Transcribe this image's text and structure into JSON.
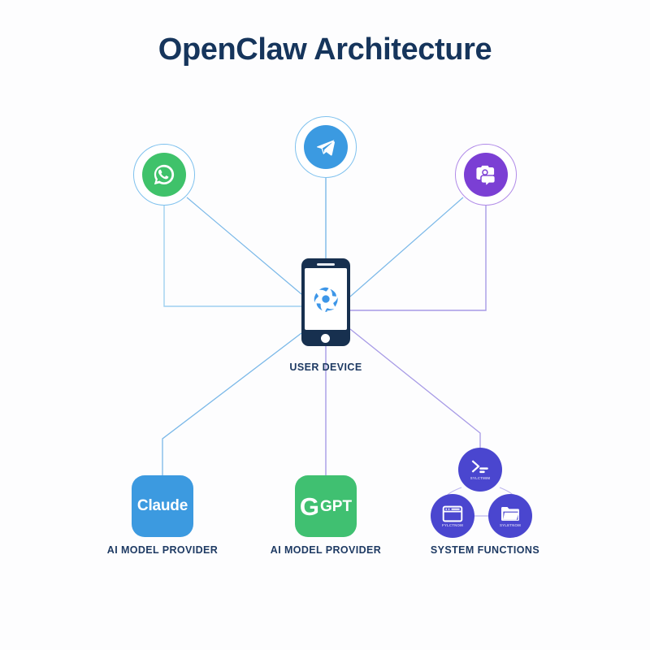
{
  "diagram": {
    "title": "OpenClaw Architecture",
    "background_color": "#fdfdfe",
    "title_color": "#16355c"
  },
  "channels": [
    {
      "id": "whatsapp",
      "icon": "whatsapp-icon",
      "disc_color": "#3fc26a",
      "ring_color": "#7ec1ee"
    },
    {
      "id": "telegram",
      "icon": "telegram-icon",
      "disc_color": "#3b9ae1",
      "ring_color": "#7ec1ee"
    },
    {
      "id": "camera-chat",
      "icon": "camera-chat-icon",
      "disc_color": "#7b3fd4",
      "ring_color": "#b08ae8"
    }
  ],
  "user_device": {
    "caption": "USER DEVICE",
    "body_color": "#17304f",
    "logo_color": "#3d96e8",
    "logo_icon": "openclaw-swirl-icon"
  },
  "providers": [
    {
      "id": "claude",
      "brand": "Claude",
      "caption": "AI MODEL PROVIDER",
      "color": "#3c9ae0"
    },
    {
      "id": "gpt",
      "brand_mark": "G",
      "brand": "GPT",
      "caption": "AI MODEL PROVIDER",
      "color": "#40c071"
    }
  ],
  "system_functions": {
    "caption": "SYSTEM FUNCTIONS",
    "color": "#4a46cf",
    "nodes": [
      {
        "id": "terminal",
        "icon": "terminal-icon",
        "micro_label": "SYLCTMIM"
      },
      {
        "id": "browser",
        "icon": "browser-window-icon",
        "micro_label": "FYLCTNOM"
      },
      {
        "id": "folder",
        "icon": "folder-icon",
        "micro_label": "SYLETNOM"
      }
    ]
  },
  "connector_colors": {
    "blue": "#7ab8e8",
    "light_blue": "#9fd0f0",
    "purple": "#a79ae6"
  }
}
